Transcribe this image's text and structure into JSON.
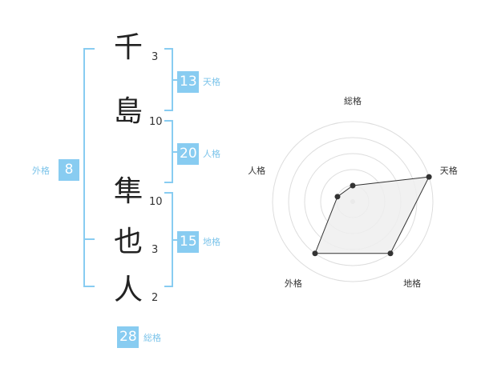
{
  "characters": [
    {
      "char": "千",
      "strokes": "3"
    },
    {
      "char": "島",
      "strokes": "10"
    },
    {
      "char": "隼",
      "strokes": "10"
    },
    {
      "char": "也",
      "strokes": "3"
    },
    {
      "char": "人",
      "strokes": "2"
    }
  ],
  "fortune": {
    "tenkaku": {
      "value": "13",
      "label": "天格"
    },
    "jinkaku": {
      "value": "20",
      "label": "人格"
    },
    "chikaku": {
      "value": "15",
      "label": "地格"
    },
    "gaikaku": {
      "value": "8",
      "label": "外格"
    },
    "soukaku": {
      "value": "28",
      "label": "総格"
    }
  },
  "accent_color": "#88ccf1",
  "chart_data": {
    "type": "radar",
    "axes": [
      "総格",
      "天格",
      "地格",
      "外格",
      "人格"
    ],
    "values": [
      1,
      5,
      4,
      4,
      1
    ],
    "rlim": [
      0,
      5
    ],
    "rings": 5,
    "fill_color": "#eeeeee",
    "line_color": "#333333"
  }
}
